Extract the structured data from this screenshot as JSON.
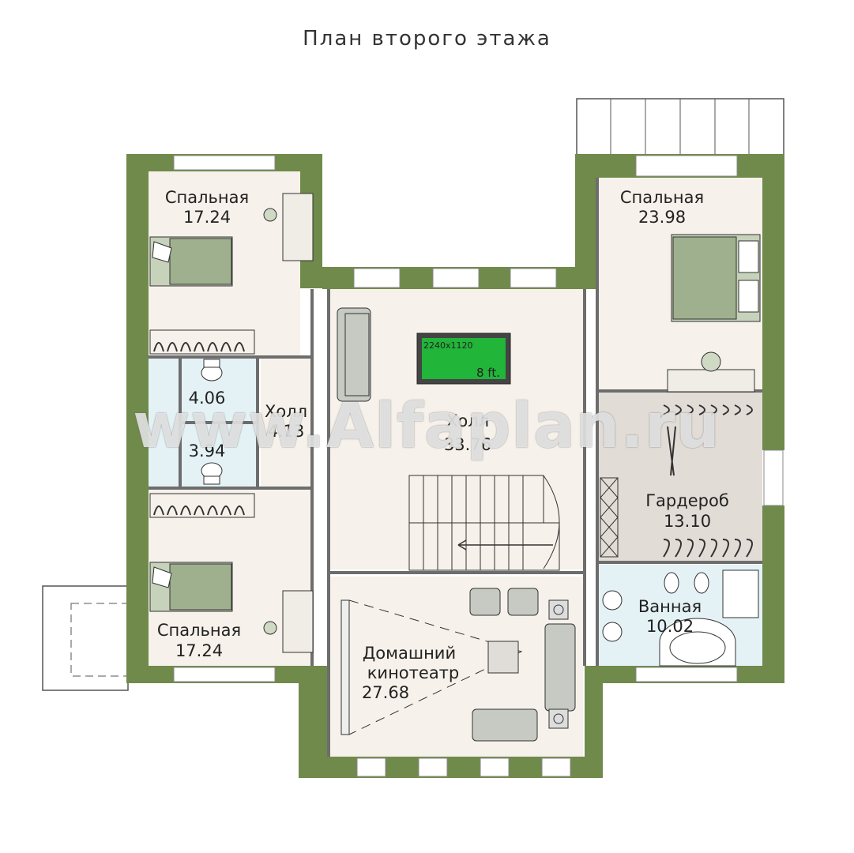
{
  "title": "План второго этажа",
  "watermark": "www.Alfaplan.ru",
  "colors": {
    "wall": "#6f8a4a",
    "floor_light": "#f6f1ea",
    "floor_blue": "#e4f2f6",
    "floor_grey": "#e2dcd6"
  },
  "rooms": {
    "bed_top_left": {
      "name": "Спальная",
      "area": "17.24"
    },
    "bed_top_right": {
      "name": "Спальная",
      "area": "23.98"
    },
    "bed_bottom_left": {
      "name": "Спальная",
      "area": "17.24"
    },
    "wc_upper": {
      "area": "4.06"
    },
    "wc_lower": {
      "area": "3.94"
    },
    "hall_small": {
      "name": "Холл",
      "area": "4.13"
    },
    "hall_big": {
      "name": "Холл",
      "area": "33.76"
    },
    "wardrobe": {
      "name": "Гардероб",
      "area": "13.10"
    },
    "bath": {
      "name": "Ванная",
      "area": "10.02"
    },
    "cinema": {
      "name_line1": "Домашний",
      "name_line2": "кинотеатр",
      "area": "27.68"
    }
  },
  "billiard": {
    "size": "2240x1120",
    "length": "8 ft."
  },
  "icons": [
    "toilet-icon",
    "bed-icon",
    "sofa-icon",
    "chair-icon",
    "desk-icon",
    "stair-arrow-icon",
    "speaker-icon",
    "bathtub-icon"
  ]
}
